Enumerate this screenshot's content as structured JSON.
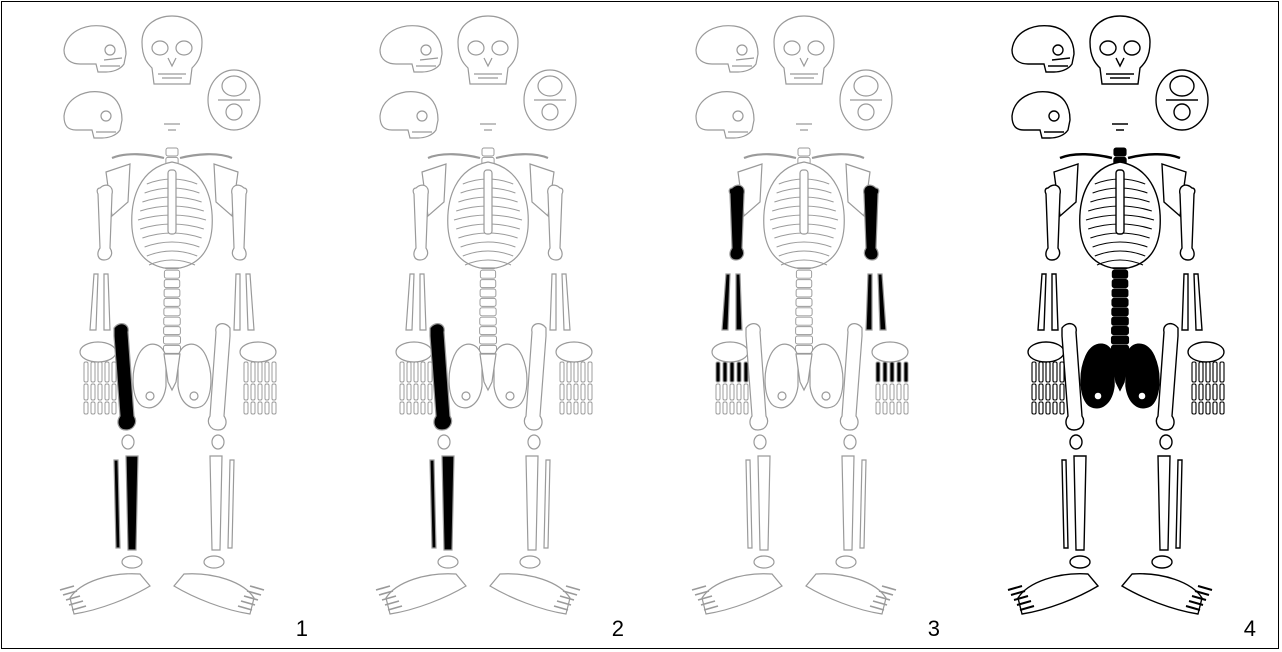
{
  "figure": {
    "panels": [
      {
        "number": "1",
        "highlight": [
          "femur-right",
          "tibia-right",
          "fibula-right"
        ],
        "style": "faded"
      },
      {
        "number": "2",
        "highlight": [
          "femur-right",
          "tibia-right",
          "fibula-right"
        ],
        "style": "faded"
      },
      {
        "number": "3",
        "highlight": [
          "humerus-left",
          "humerus-right",
          "radius-left",
          "ulna-left",
          "radius-right",
          "ulna-right",
          "metacarpals-left",
          "metacarpals-right"
        ],
        "style": "faded"
      },
      {
        "number": "4",
        "highlight": [
          "vertebrae",
          "pelvis"
        ],
        "style": "outline"
      }
    ]
  },
  "colors": {
    "faded_stroke": "#9a9a9a",
    "outline_stroke": "#000000",
    "highlight_fill": "#000000",
    "background": "#ffffff"
  }
}
